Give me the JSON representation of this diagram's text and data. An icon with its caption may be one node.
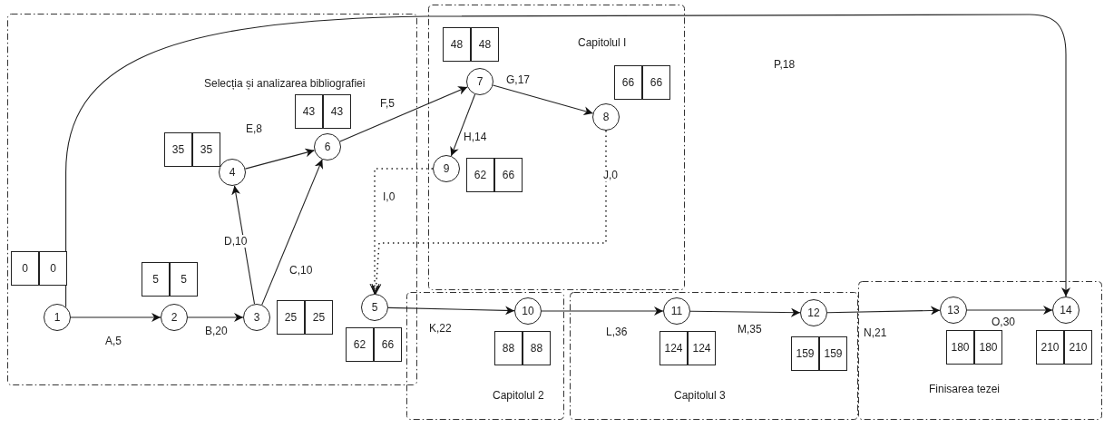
{
  "diagram": {
    "nodes": [
      {
        "text": [
          "Selecția și analizarea bibliografiei"
        ]
      },
      {
        "text": [
          "1"
        ],
        "in": 0,
        "beside": [
          "0",
          "0"
        ]
      },
      {
        "text": [
          "2"
        ],
        "in": 0,
        "beside": [
          "5",
          "5"
        ]
      },
      {
        "text": [
          "3"
        ],
        "in": 0,
        "beside": [
          "25",
          "25"
        ]
      },
      {
        "text": [
          "4"
        ],
        "in": 0,
        "beside": [
          "35",
          "35"
        ]
      },
      {
        "text": [
          "5"
        ],
        "in": 0,
        "beside": [
          "62",
          "66"
        ]
      },
      {
        "text": [
          "6"
        ],
        "in": 0,
        "beside": [
          "43",
          "43"
        ]
      },
      {
        "text": [
          "Capitolul I"
        ]
      },
      {
        "text": [
          "7"
        ],
        "in": 7,
        "beside": [
          "48",
          "48"
        ]
      },
      {
        "text": [
          "8"
        ],
        "in": 7,
        "beside": [
          "66",
          "66"
        ]
      },
      {
        "text": [
          "9"
        ],
        "in": 7,
        "beside": [
          "62",
          "66"
        ]
      },
      {
        "text": [
          "Capitolul 2"
        ]
      },
      {
        "text": [
          "10"
        ],
        "in": 11,
        "beside": [
          "88",
          "88"
        ]
      },
      {
        "text": [
          "Capitolul 3"
        ]
      },
      {
        "text": [
          "11"
        ],
        "in": 13,
        "beside": [
          "124",
          "124"
        ]
      },
      {
        "text": [
          "12"
        ],
        "in": 13,
        "beside": [
          "159",
          "159"
        ]
      },
      {
        "text": [
          "Finisarea tezei"
        ]
      },
      {
        "text": [
          "13"
        ],
        "in": 16,
        "beside": [
          "180",
          "180"
        ]
      },
      {
        "text": [
          "14"
        ],
        "in": 16,
        "beside": [
          "210",
          "210"
        ]
      }
    ],
    "edges": [
      {
        "from": 1,
        "to": 2,
        "arrow": "to",
        "label": "A,5"
      },
      {
        "from": 2,
        "to": 3,
        "arrow": "to",
        "label": "B,20"
      },
      {
        "from": 3,
        "to": 4,
        "arrow": "to",
        "label": "D,10"
      },
      {
        "from": 3,
        "to": 6,
        "arrow": "to",
        "label": "C,10"
      },
      {
        "from": 4,
        "to": 6,
        "arrow": "to",
        "label": "E,8"
      },
      {
        "from": 6,
        "to": 8,
        "arrow": "to",
        "label": "F,5"
      },
      {
        "from": 8,
        "to": 9,
        "arrow": "to",
        "label": "G,17"
      },
      {
        "from": 8,
        "to": 10,
        "arrow": "to",
        "label": "H,14"
      },
      {
        "from": 10,
        "to": 5,
        "arrow": "to",
        "label": "I,0",
        "style": "dashed"
      },
      {
        "from": 9,
        "to": 5,
        "arrow": "to",
        "label": "J,0",
        "style": "dashed"
      },
      {
        "from": 5,
        "to": 12,
        "arrow": "to",
        "label": "K,22"
      },
      {
        "from": 12,
        "to": 14,
        "arrow": "to",
        "label": "L,36"
      },
      {
        "from": 14,
        "to": 15,
        "arrow": "to",
        "label": "M,35"
      },
      {
        "from": 15,
        "to": 17,
        "arrow": "to",
        "label": "N,21"
      },
      {
        "from": 17,
        "to": 18,
        "arrow": "to",
        "label": "O,30"
      },
      {
        "from": 1,
        "to": 18,
        "arrow": "to",
        "label": "P,18"
      }
    ]
  }
}
